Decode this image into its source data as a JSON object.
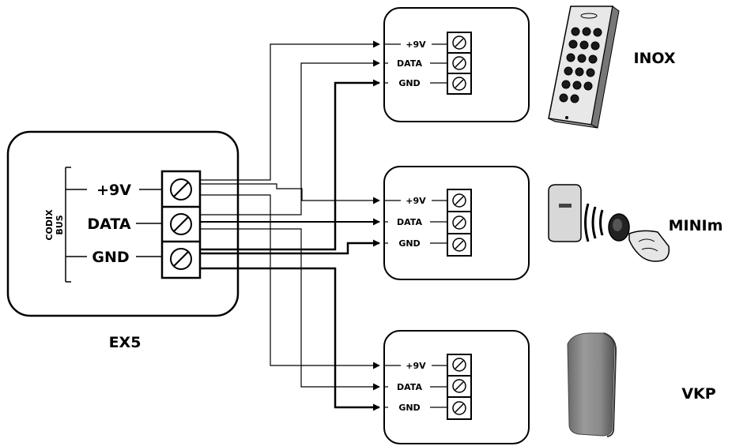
{
  "controller": {
    "name": "EX5",
    "bus_label_line1": "CODIX",
    "bus_label_line2": "BUS",
    "terminals": [
      "+9V",
      "DATA",
      "GND"
    ]
  },
  "devices": [
    {
      "name": "INOX",
      "terminals": [
        "+9V",
        "DATA",
        "GND"
      ],
      "image": "keypad-image"
    },
    {
      "name": "MINIm",
      "terminals": [
        "+9V",
        "DATA",
        "GND"
      ],
      "image": "proximity-reader-image"
    },
    {
      "name": "VKP",
      "terminals": [
        "+9V",
        "DATA",
        "GND"
      ],
      "image": "reader-panel-image"
    }
  ]
}
